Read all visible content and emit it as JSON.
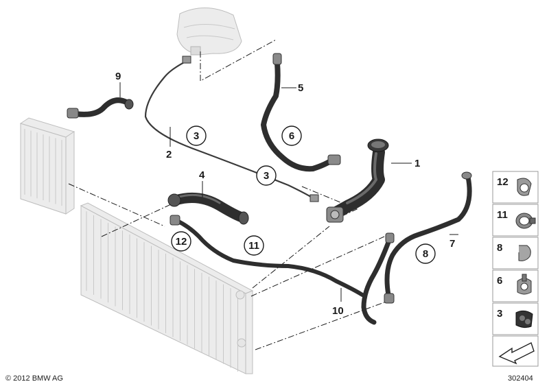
{
  "diagram": {
    "part_labels": [
      {
        "id": "1",
        "text": "1"
      },
      {
        "id": "2",
        "text": "2"
      },
      {
        "id": "4",
        "text": "4"
      },
      {
        "id": "5",
        "text": "5"
      },
      {
        "id": "7",
        "text": "7"
      },
      {
        "id": "9",
        "text": "9"
      },
      {
        "id": "10",
        "text": "10"
      }
    ],
    "circled_labels": [
      {
        "id": "3a",
        "text": "3"
      },
      {
        "id": "3b",
        "text": "3"
      },
      {
        "id": "6",
        "text": "6"
      },
      {
        "id": "8",
        "text": "8"
      },
      {
        "id": "11",
        "text": "11"
      },
      {
        "id": "12",
        "text": "12"
      }
    ],
    "legend_items": [
      {
        "num": "12",
        "icon": "clamp-double-icon"
      },
      {
        "num": "11",
        "icon": "clamp-ring-icon"
      },
      {
        "num": "8",
        "icon": "clip-hook-icon"
      },
      {
        "num": "6",
        "icon": "clamp-spring-icon"
      },
      {
        "num": "3",
        "icon": "clip-holder-icon"
      }
    ],
    "footer": {
      "copyright": "© 2012 BMW AG",
      "image_number": "302404"
    }
  }
}
